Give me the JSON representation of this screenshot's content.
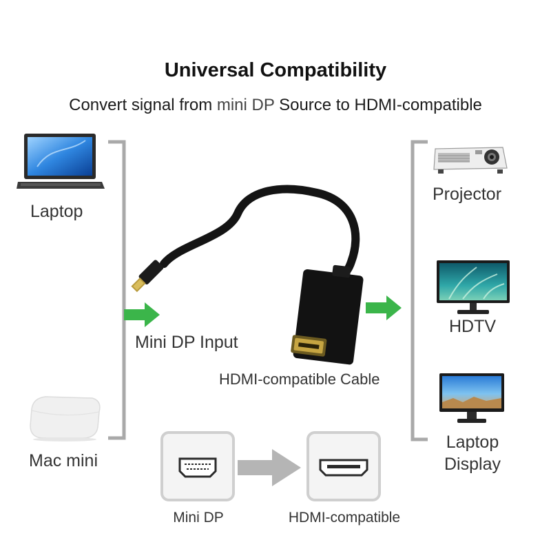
{
  "title": "Universal Compatibility",
  "subtitle": {
    "part1": "Convert signal from ",
    "highlight": "mini DP",
    "part2": " Source to HDMI-compatible"
  },
  "sources": {
    "laptop": "Laptop",
    "mac_mini": "Mac mini"
  },
  "input_label": "Mini DP Input",
  "cable_label": "HDMI-compatible Cable",
  "outputs": {
    "projector": "Projector",
    "hdtv": "HDTV",
    "laptop_display_line1": "Laptop",
    "laptop_display_line2": "Display"
  },
  "conversion": {
    "from": "Mini DP",
    "to": "HDMI-compatible"
  },
  "colors": {
    "arrow_green": "#3bb54a",
    "bracket_gray": "#a9a9a9",
    "icon_gray": "#cfcfcf",
    "cable_black": "#141414"
  }
}
